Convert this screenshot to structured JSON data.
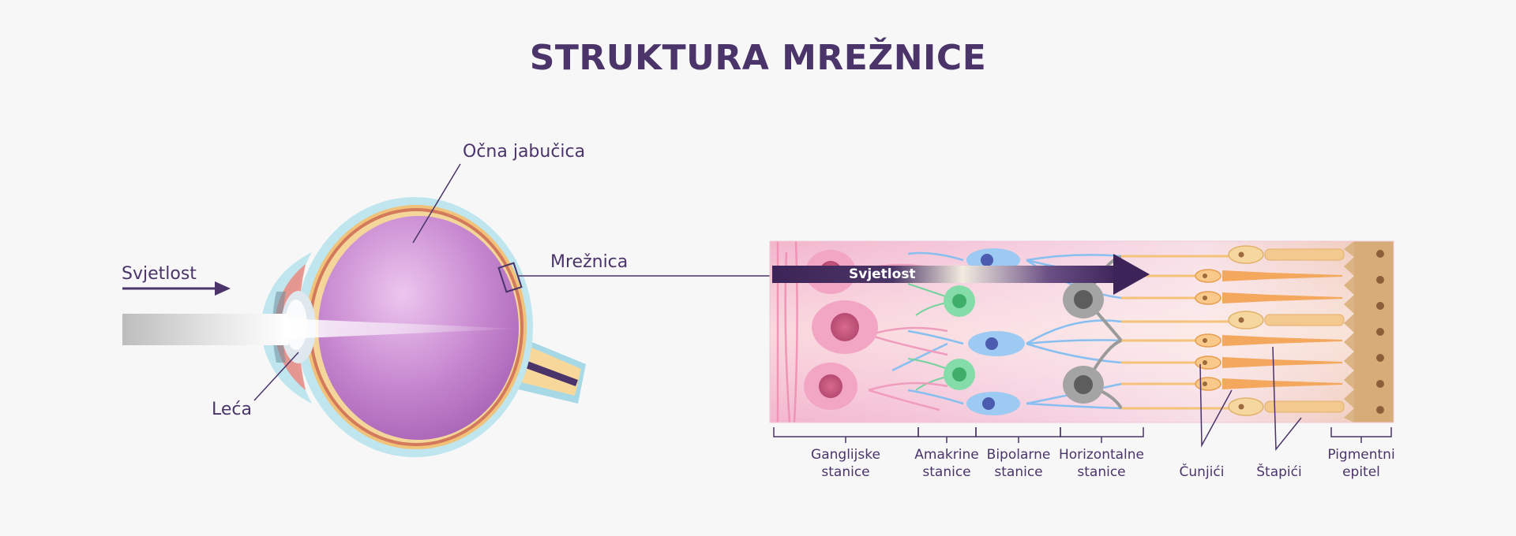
{
  "title": "STRUKTURA MREŽNICE",
  "eye_labels": {
    "light": "Svjetlost",
    "eyeball": "Očna jabučica",
    "retina": "Mrežnica",
    "lens": "Leća"
  },
  "retina_detail": {
    "arrow_label": "Svjetlost",
    "layers": [
      {
        "line1": "Ganglijske",
        "line2": "stanice"
      },
      {
        "line1": "Amakrine",
        "line2": "stanice"
      },
      {
        "line1": "Bipolarne",
        "line2": "stanice"
      },
      {
        "line1": "Horizontalne",
        "line2": "stanice"
      },
      {
        "line1": "Čunjići",
        "line2": ""
      },
      {
        "line1": "Štapići",
        "line2": ""
      },
      {
        "line1": "Pigmentni",
        "line2": "epitel"
      }
    ]
  },
  "colors": {
    "title": "#4a3469",
    "eyeball": "#c585cf",
    "ganglion": "#e98fb0",
    "amacrine": "#6ccf93",
    "bipolar": "#7fb6e8",
    "horizontal": "#8e8e8e",
    "photoreceptor": "#f2b46c",
    "epithelium": "#c9a070"
  }
}
